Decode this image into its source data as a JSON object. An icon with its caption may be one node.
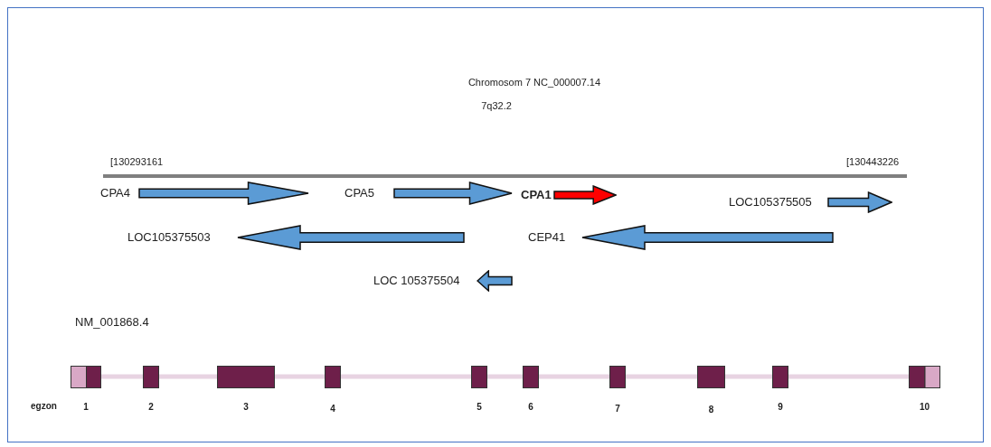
{
  "diagram": {
    "title": "Chromosom 7 NC_000007.14",
    "nodes": [
      {
        "text": [],
        "shape": "arrow",
        "beside": [
          "CPA4"
        ]
      },
      {
        "text": [],
        "shape": "arrow",
        "beside": [
          "CPA5"
        ]
      },
      {
        "text": [],
        "shape": "arrow",
        "beside": [
          "CPA1"
        ]
      },
      {
        "text": [],
        "shape": "arrow",
        "beside": [
          "LOC105375505"
        ]
      },
      {
        "text": [],
        "shape": "arrow",
        "beside": [
          "LOC105375503"
        ]
      },
      {
        "text": [],
        "shape": "arrow",
        "beside": [
          "CEP41"
        ]
      },
      {
        "text": [],
        "shape": "arrow",
        "beside": [
          "LOC 105375504"
        ]
      },
      {
        "text": [],
        "shape": "box",
        "beside": [
          "1"
        ]
      },
      {
        "text": [],
        "shape": "box",
        "beside": [
          "2"
        ]
      },
      {
        "text": [],
        "shape": "box",
        "beside": [
          "3"
        ]
      },
      {
        "text": [],
        "shape": "box",
        "beside": [
          "4"
        ]
      },
      {
        "text": [],
        "shape": "box",
        "beside": [
          "5"
        ]
      },
      {
        "text": [],
        "shape": "box",
        "beside": [
          "6"
        ]
      },
      {
        "text": [],
        "shape": "box",
        "beside": [
          "7"
        ]
      },
      {
        "text": [],
        "shape": "box",
        "beside": [
          "8"
        ]
      },
      {
        "text": [],
        "shape": "box",
        "beside": [
          "9"
        ]
      },
      {
        "text": [],
        "shape": "box",
        "beside": [
          "10"
        ]
      }
    ],
    "edges": [
      {
        "from": 7,
        "to": 8,
        "arrow": "none"
      },
      {
        "from": 8,
        "to": 9,
        "arrow": "none"
      },
      {
        "from": 9,
        "to": 10,
        "arrow": "none"
      },
      {
        "from": 10,
        "to": 11,
        "arrow": "none"
      },
      {
        "from": 11,
        "to": 12,
        "arrow": "none"
      },
      {
        "from": 12,
        "to": 13,
        "arrow": "none"
      },
      {
        "from": 13,
        "to": 14,
        "arrow": "none"
      },
      {
        "from": 14,
        "to": 15,
        "arrow": "none"
      },
      {
        "from": 15,
        "to": 16,
        "arrow": "none"
      }
    ],
    "labels": [
      "7q32.2",
      "[130293161",
      "[130443226",
      "NM_001868.4",
      "egzon"
    ]
  }
}
